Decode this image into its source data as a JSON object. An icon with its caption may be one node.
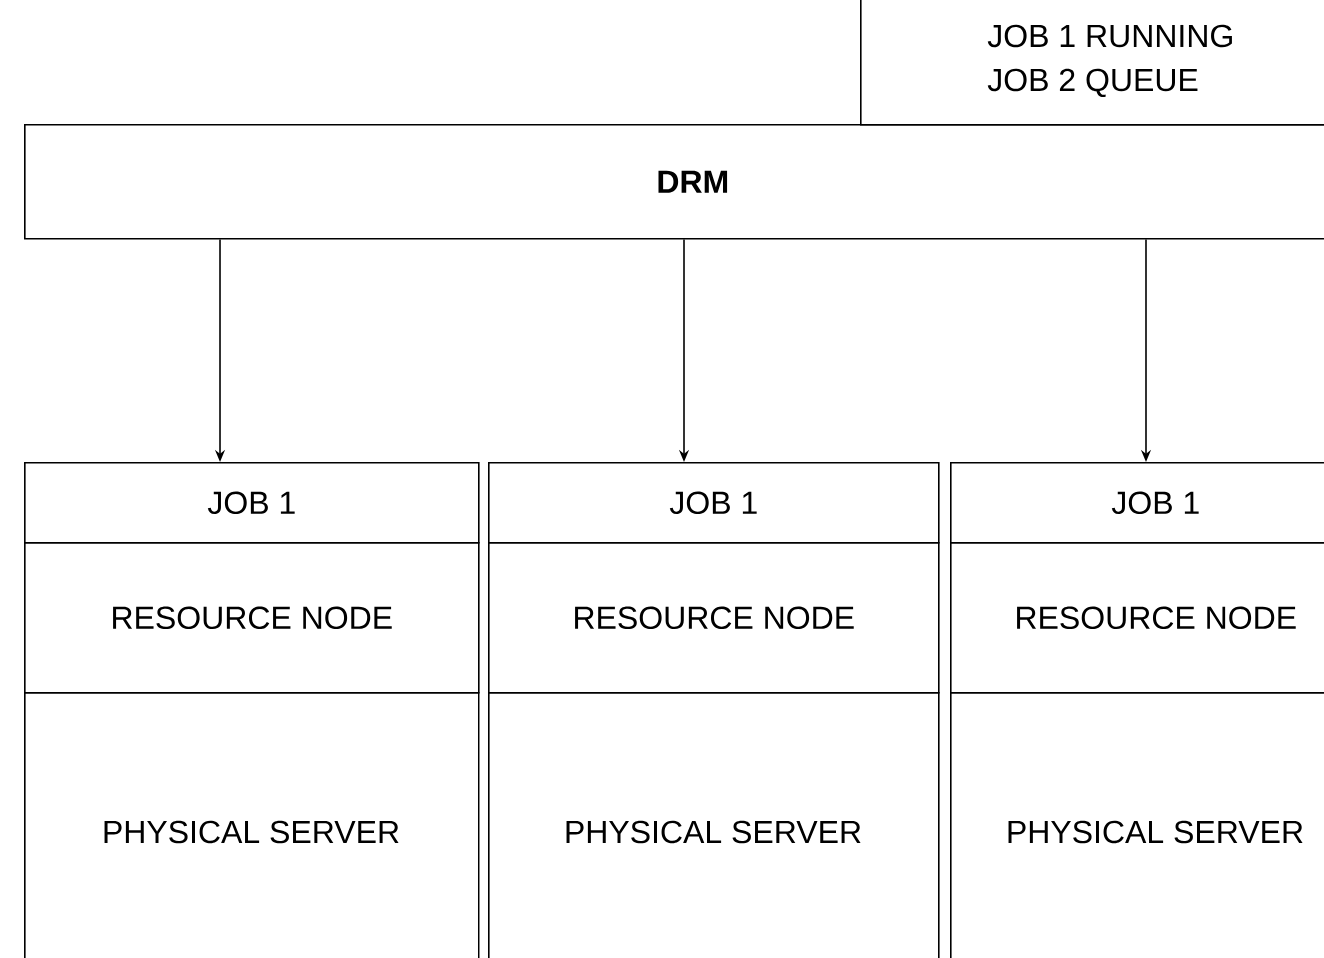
{
  "diagram": {
    "nodes": [
      {
        "text": [
          "JOB 1 RUNNING",
          "JOB 2 QUEUE"
        ]
      },
      {
        "text": [
          "DRM"
        ]
      },
      {
        "text": [
          "JOB 1"
        ]
      },
      {
        "text": [
          "RESOURCE NODE"
        ]
      },
      {
        "text": [
          "PHYSICAL SERVER"
        ]
      },
      {
        "text": [
          "JOB 1"
        ]
      },
      {
        "text": [
          "RESOURCE NODE"
        ]
      },
      {
        "text": [
          "PHYSICAL SERVER"
        ]
      },
      {
        "text": [
          "JOB 1"
        ]
      },
      {
        "text": [
          "RESOURCE NODE"
        ]
      },
      {
        "text": [
          "PHYSICAL SERVER"
        ]
      }
    ],
    "edges": [
      {
        "from": 1,
        "to": 2,
        "arrow": "to"
      },
      {
        "from": 1,
        "to": 5,
        "arrow": "to"
      },
      {
        "from": 1,
        "to": 8,
        "arrow": "to"
      }
    ]
  }
}
